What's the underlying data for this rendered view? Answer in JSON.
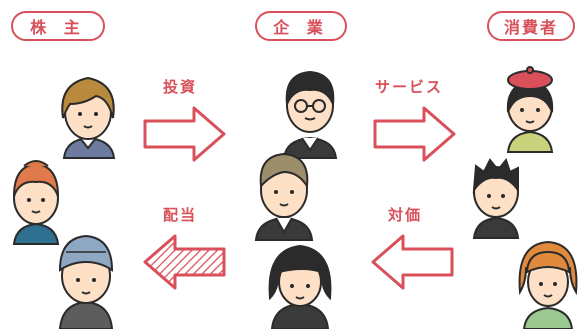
{
  "headers": {
    "shareholders": "株 主",
    "company": "企 業",
    "consumers": "消費者"
  },
  "flows": {
    "investment": "投資",
    "service": "サービス",
    "dividend": "配当",
    "payment": "対価"
  },
  "colors": {
    "accent": "#d9505a",
    "skin": "#fde0c5",
    "outline": "#2b2b2b"
  }
}
